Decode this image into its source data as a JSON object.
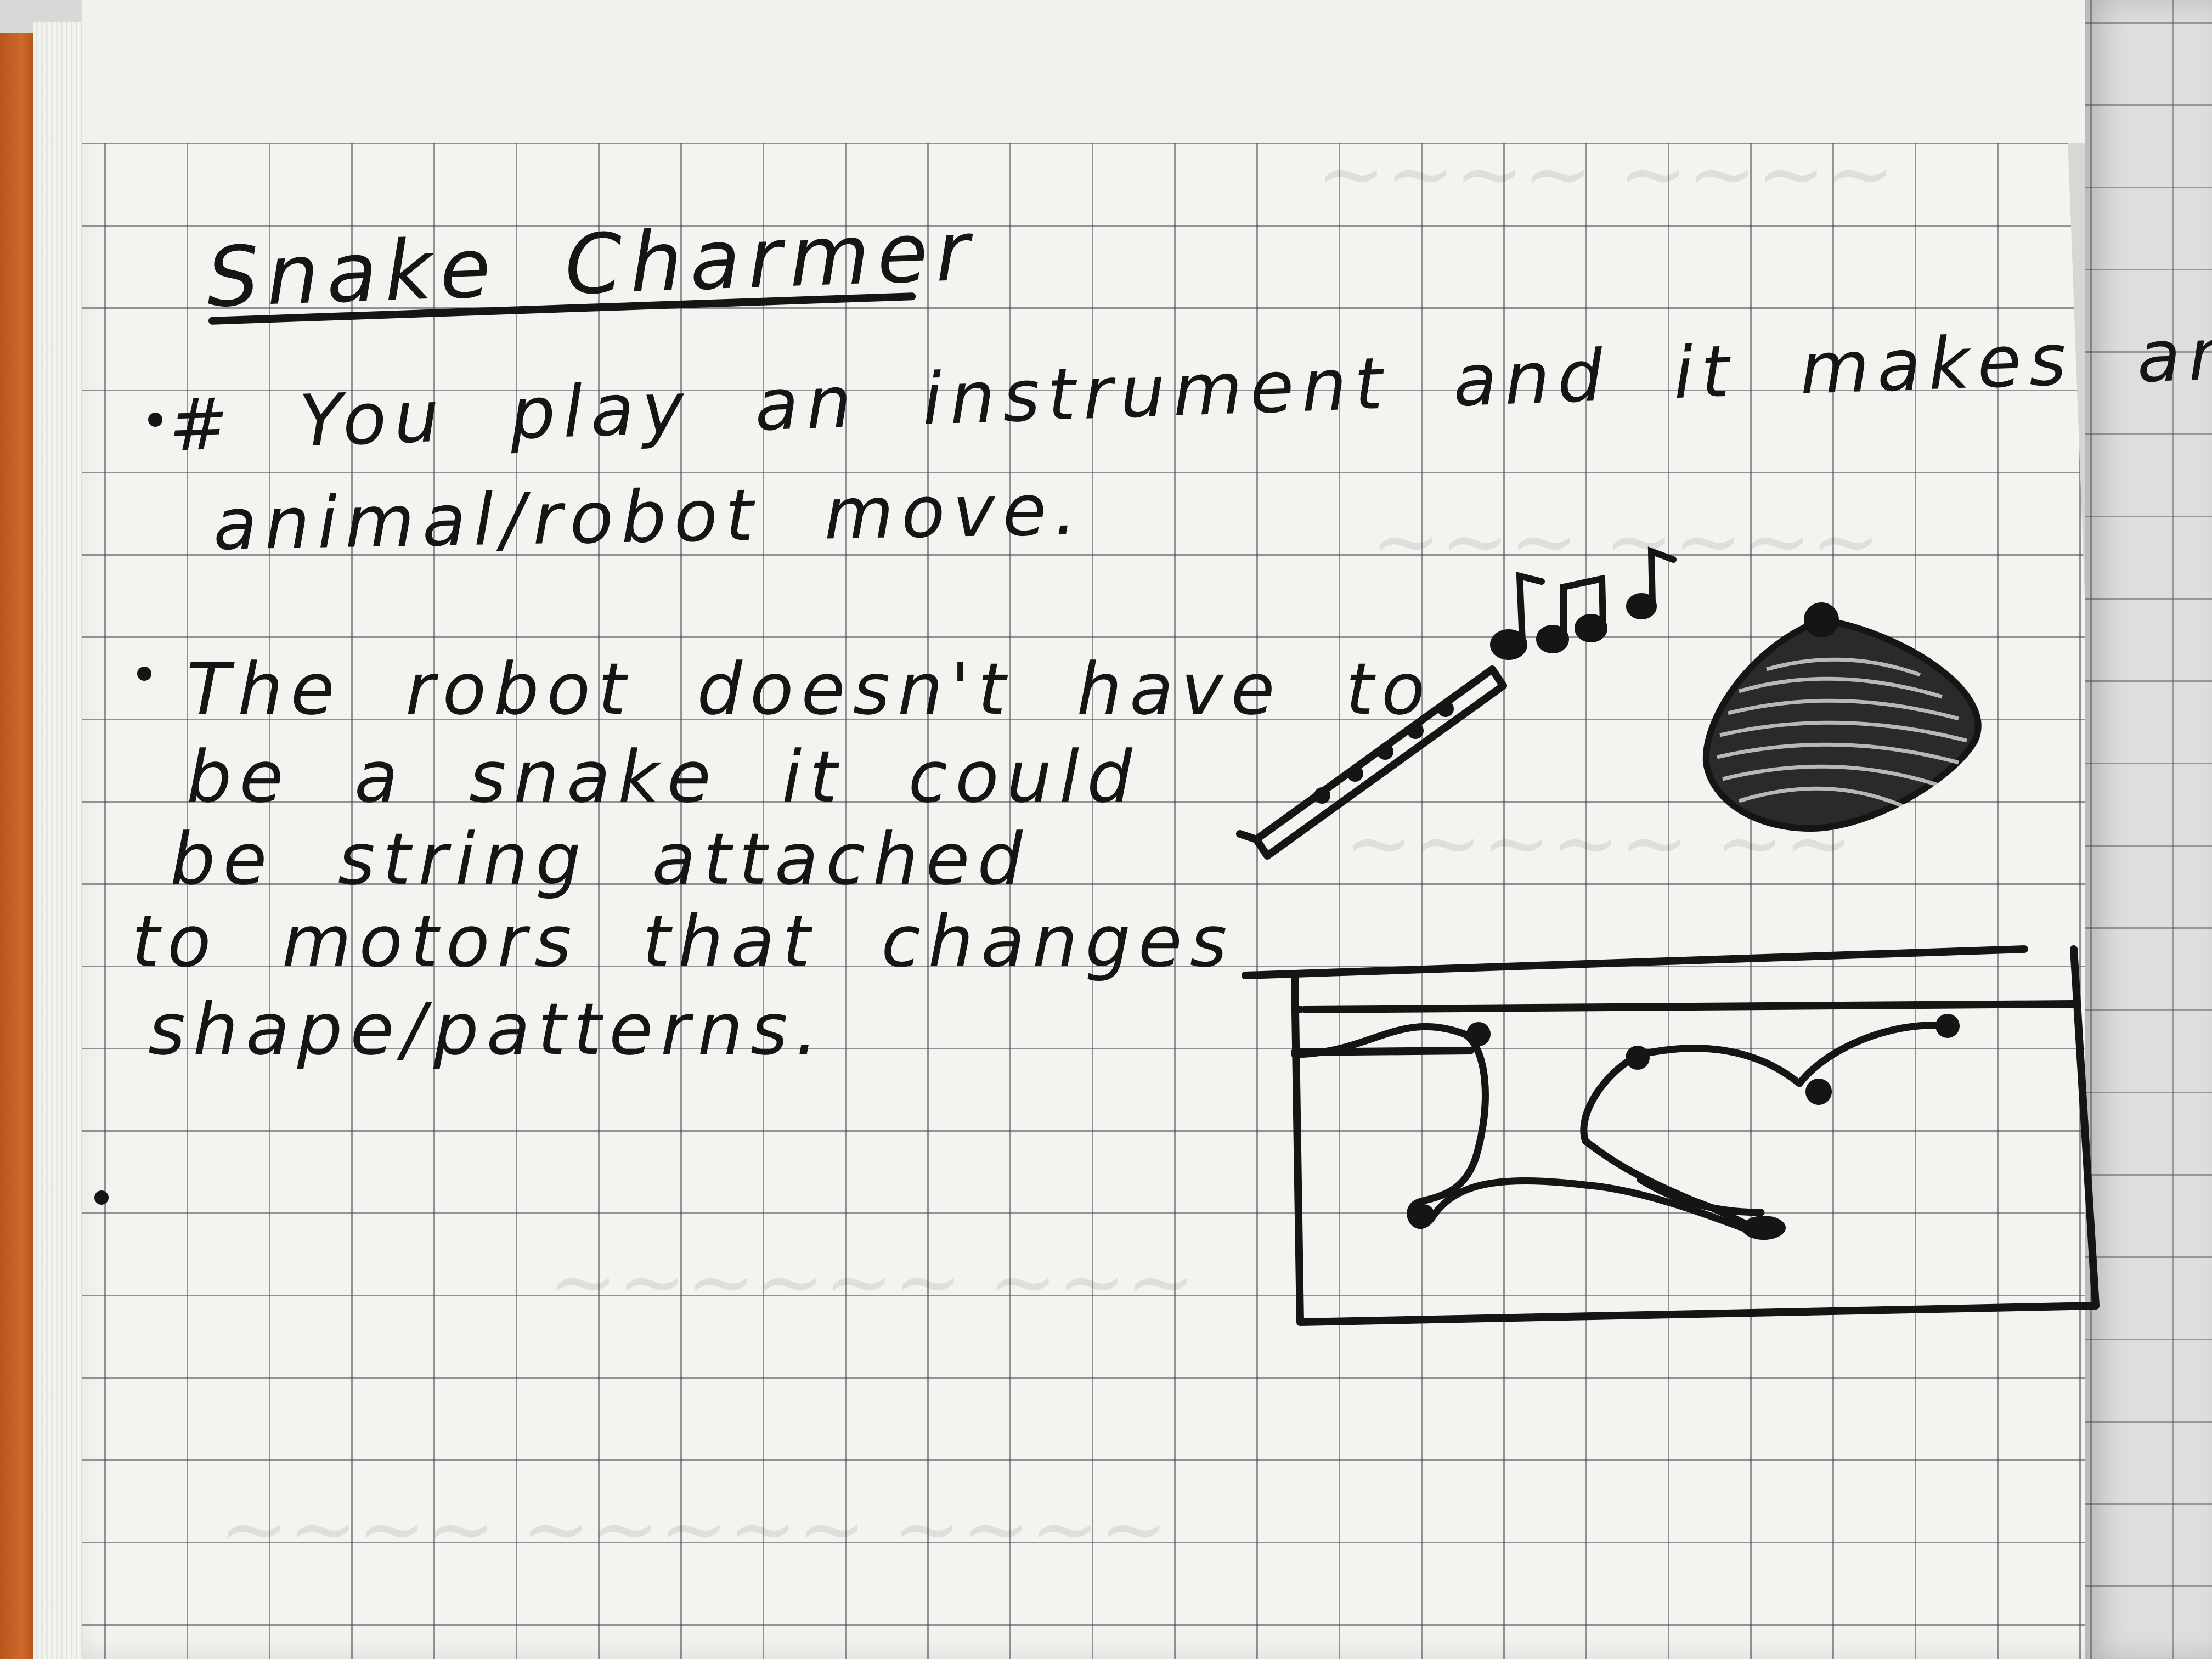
{
  "notebook": {
    "cover_color": "#d06a2a",
    "paper_color": "#f3f3f0",
    "grid_color": "#3c4650",
    "ink_color": "#151515"
  },
  "page": {
    "title": "Snake Charmer",
    "notes": [
      {
        "lines": [
          "# You play an instrument and it makes an",
          "animal/robot move."
        ]
      },
      {
        "lines": [
          "The robot doesn't have to",
          "be a snake it could",
          "be string attached",
          "to motors that changes",
          "shape/patterns."
        ]
      },
      {
        "lines": []
      }
    ]
  },
  "sketches": {
    "flute_notes": "flute-with-music-notes",
    "basket": "snake-basket",
    "box": "box-with-strings-and-motors"
  }
}
